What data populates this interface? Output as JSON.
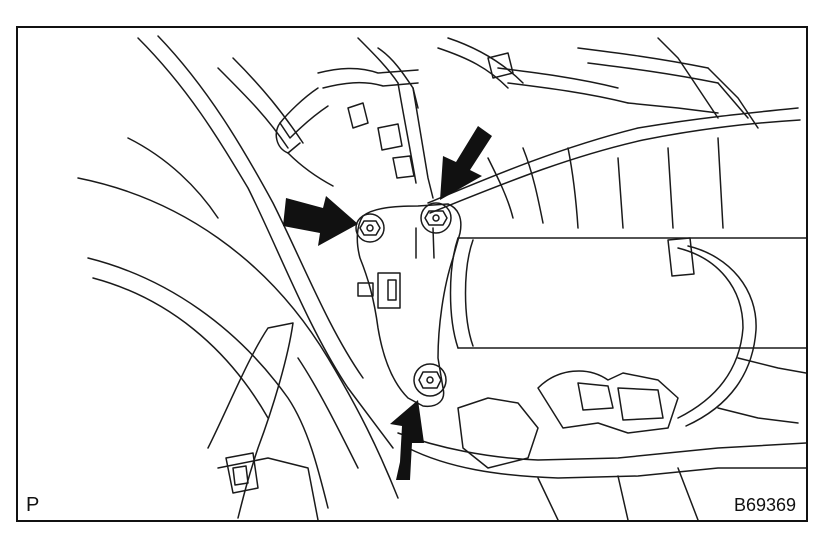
{
  "figure": {
    "view_code": "P",
    "figure_id": "B69369",
    "colors": {
      "line": "#1a1a1a",
      "fill": "#ffffff",
      "arrow": "#111111"
    },
    "callouts": [
      {
        "name": "left-bolt-arrow",
        "points_to": "upper-left-bolt"
      },
      {
        "name": "top-bolt-arrow",
        "points_to": "upper-right-bolt"
      },
      {
        "name": "bottom-bolt-arrow",
        "points_to": "lower-bolt"
      }
    ]
  }
}
